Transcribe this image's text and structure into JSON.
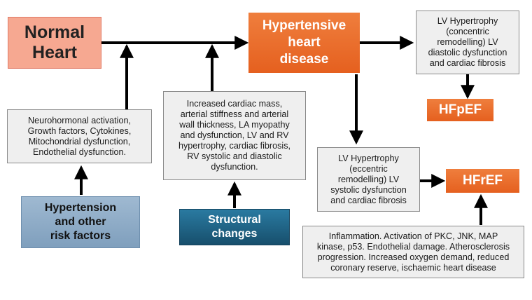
{
  "nodes": {
    "normal_heart": "Normal\nHeart",
    "hypertensive": "Hypertensive\nheart\ndisease",
    "lvh_concentric": "LV Hypertrophy\n(concentric\nremodelling) LV\ndiastolic dysfunction\nand cardiac fibrosis",
    "hfpef": "HFpEF",
    "neurohormonal": "Neurohormonal activation,\nGrowth factors, Cytokines,\nMitochondrial dysfunction,\nEndothelial dysfunction.",
    "increased_mass": "Increased cardiac mass,\narterial stiffness and arterial\nwall thickness, LA myopathy\nand dysfunction,  LV and RV\nhypertrophy, cardiac fibrosis,\nRV  systolic and diastolic\ndysfunction.",
    "lvh_eccentric": "LV Hypertrophy\n(eccentric\nremodelling) LV\nsystolic dysfunction\nand cardiac fibrosis",
    "hfref": "HFrEF",
    "hypertension": "Hypertension\nand other\nrisk factors",
    "structural": "Structural\nchanges",
    "inflammation": "Inflammation.  Activation of PKC, JNK, MAP\nkinase, p53. Endothelial damage. Atherosclerosis\nprogression. Increased oxygen demand, reduced\ncoronary reserve, ischaemic heart disease"
  },
  "colors": {
    "normal_heart_fill": "#f6a891",
    "orange_fill": "#e8672a",
    "grey_fill": "#efefef",
    "hypertension_fill": "#8facc6",
    "structural_fill": "#1f6a8e",
    "arrow": "#000000"
  }
}
